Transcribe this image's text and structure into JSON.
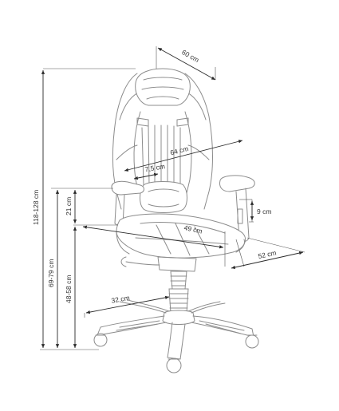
{
  "dimensions": {
    "seat_depth_top": "60 cm",
    "back_width": "64 cm",
    "headrest": "7,5 cm",
    "total_height": "118-128 cm",
    "armrest_to_seat": "21 cm",
    "armrest_height": "69-79 cm",
    "seat_height": "48-58 cm",
    "armrest_pad": "9 cm",
    "seat_width": "49 cm",
    "seat_depth": "52 cm",
    "base_radius": "32 cm"
  },
  "colors": {
    "line": "#8c8c8c",
    "dimension": "#2a2a2a",
    "background": "#ffffff"
  }
}
